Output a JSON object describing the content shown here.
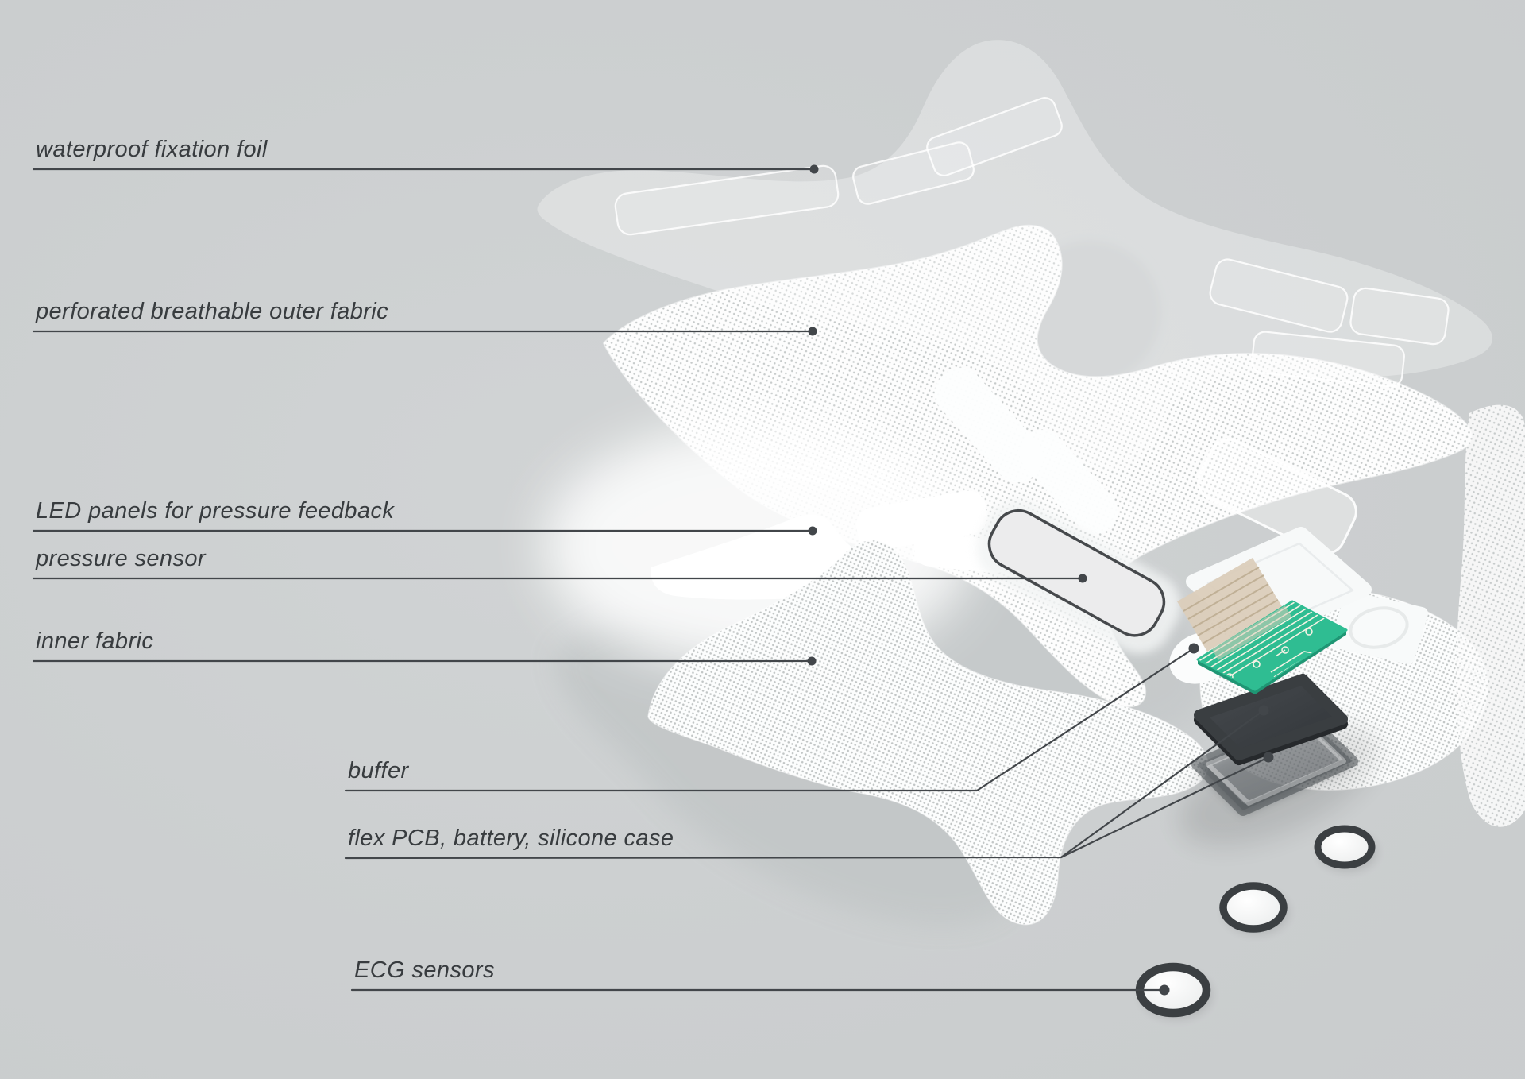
{
  "diagram": {
    "labels": [
      {
        "id": "waterproof-fixation-foil",
        "text": "waterproof fixation foil"
      },
      {
        "id": "perforated-outer-fabric",
        "text": "perforated breathable outer fabric"
      },
      {
        "id": "led-panels",
        "text": "LED panels for pressure feedback"
      },
      {
        "id": "pressure-sensor",
        "text": "pressure sensor"
      },
      {
        "id": "inner-fabric",
        "text": "inner fabric"
      },
      {
        "id": "buffer",
        "text": "buffer"
      },
      {
        "id": "flex-pcb-battery-case",
        "text": "flex PCB, battery, silicone case"
      },
      {
        "id": "ecg-sensors",
        "text": "ECG sensors"
      }
    ]
  },
  "colors": {
    "background": "#cccfd0",
    "shadow_gray": "#c3c7c8",
    "leader_line": "#42464a",
    "label_text": "#383c3f",
    "foil_tint": "rgba(255,255,255,0.30)",
    "fabric_white": "#fdfdfd",
    "fabric_dot_gray": "#c5c9c9",
    "led_panel_white": "#ffffff",
    "pressure_sensor_fill": "#ececed",
    "pressure_sensor_outline": "#46494c",
    "buffer_white": "#fbfcfc",
    "pcb_green": "#2fbd92",
    "pcb_edge_green": "#1f9674",
    "pcb_trace": "#f6f2e4",
    "ribbon_beige": "#dbceba",
    "ribbon_stripe": "#c0b096",
    "battery_dark": "#3a3e41",
    "silicone_case_gray": "rgba(118,123,126,0.50)",
    "ecg_ring_dark": "#3b3f42",
    "ecg_fill_white": "#fcfdfd"
  }
}
